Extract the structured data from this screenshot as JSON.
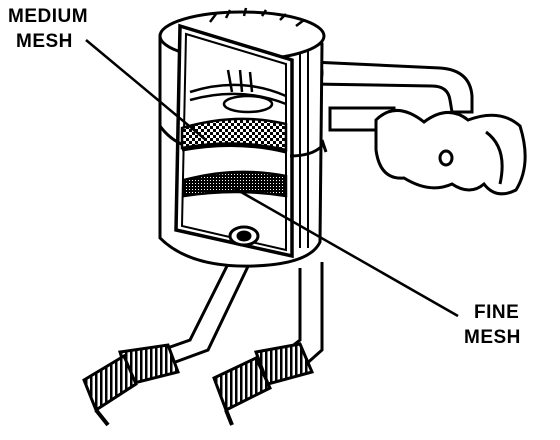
{
  "labels": {
    "medium": [
      "MEDIUM",
      "MESH"
    ],
    "fine": [
      "FINE",
      "MESH"
    ]
  },
  "colors": {
    "ink": "#000000",
    "paper": "#ffffff"
  }
}
